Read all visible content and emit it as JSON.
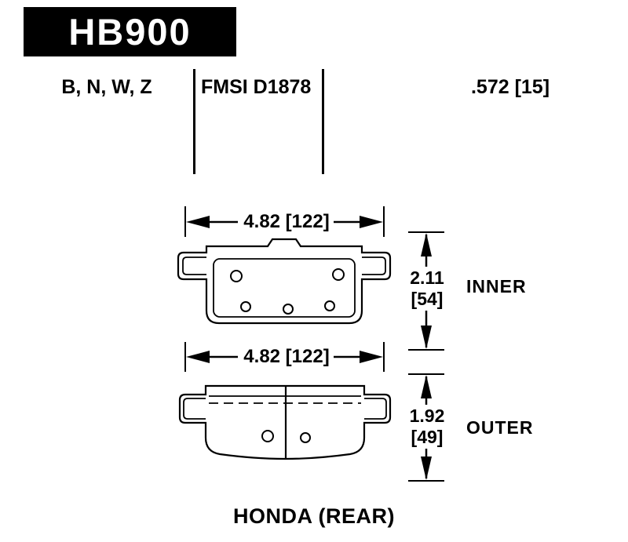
{
  "colors": {
    "ink": "#000000",
    "paper": "#ffffff",
    "plate_bg": "#000000",
    "plate_text": "#ffffff"
  },
  "header": {
    "part_number": "HB900"
  },
  "specs": {
    "compounds": "B, N, W, Z",
    "fmsi": "FMSI D1878",
    "thickness": ".572 [15]"
  },
  "inner_pad": {
    "view_label": "INNER",
    "width": "4.82 [122]",
    "height_in": "2.11",
    "height_mm": "[54]"
  },
  "outer_pad": {
    "view_label": "OUTER",
    "width": "4.82 [122]",
    "height_in": "1.92",
    "height_mm": "[49]"
  },
  "footer": {
    "application": "HONDA (REAR)"
  }
}
